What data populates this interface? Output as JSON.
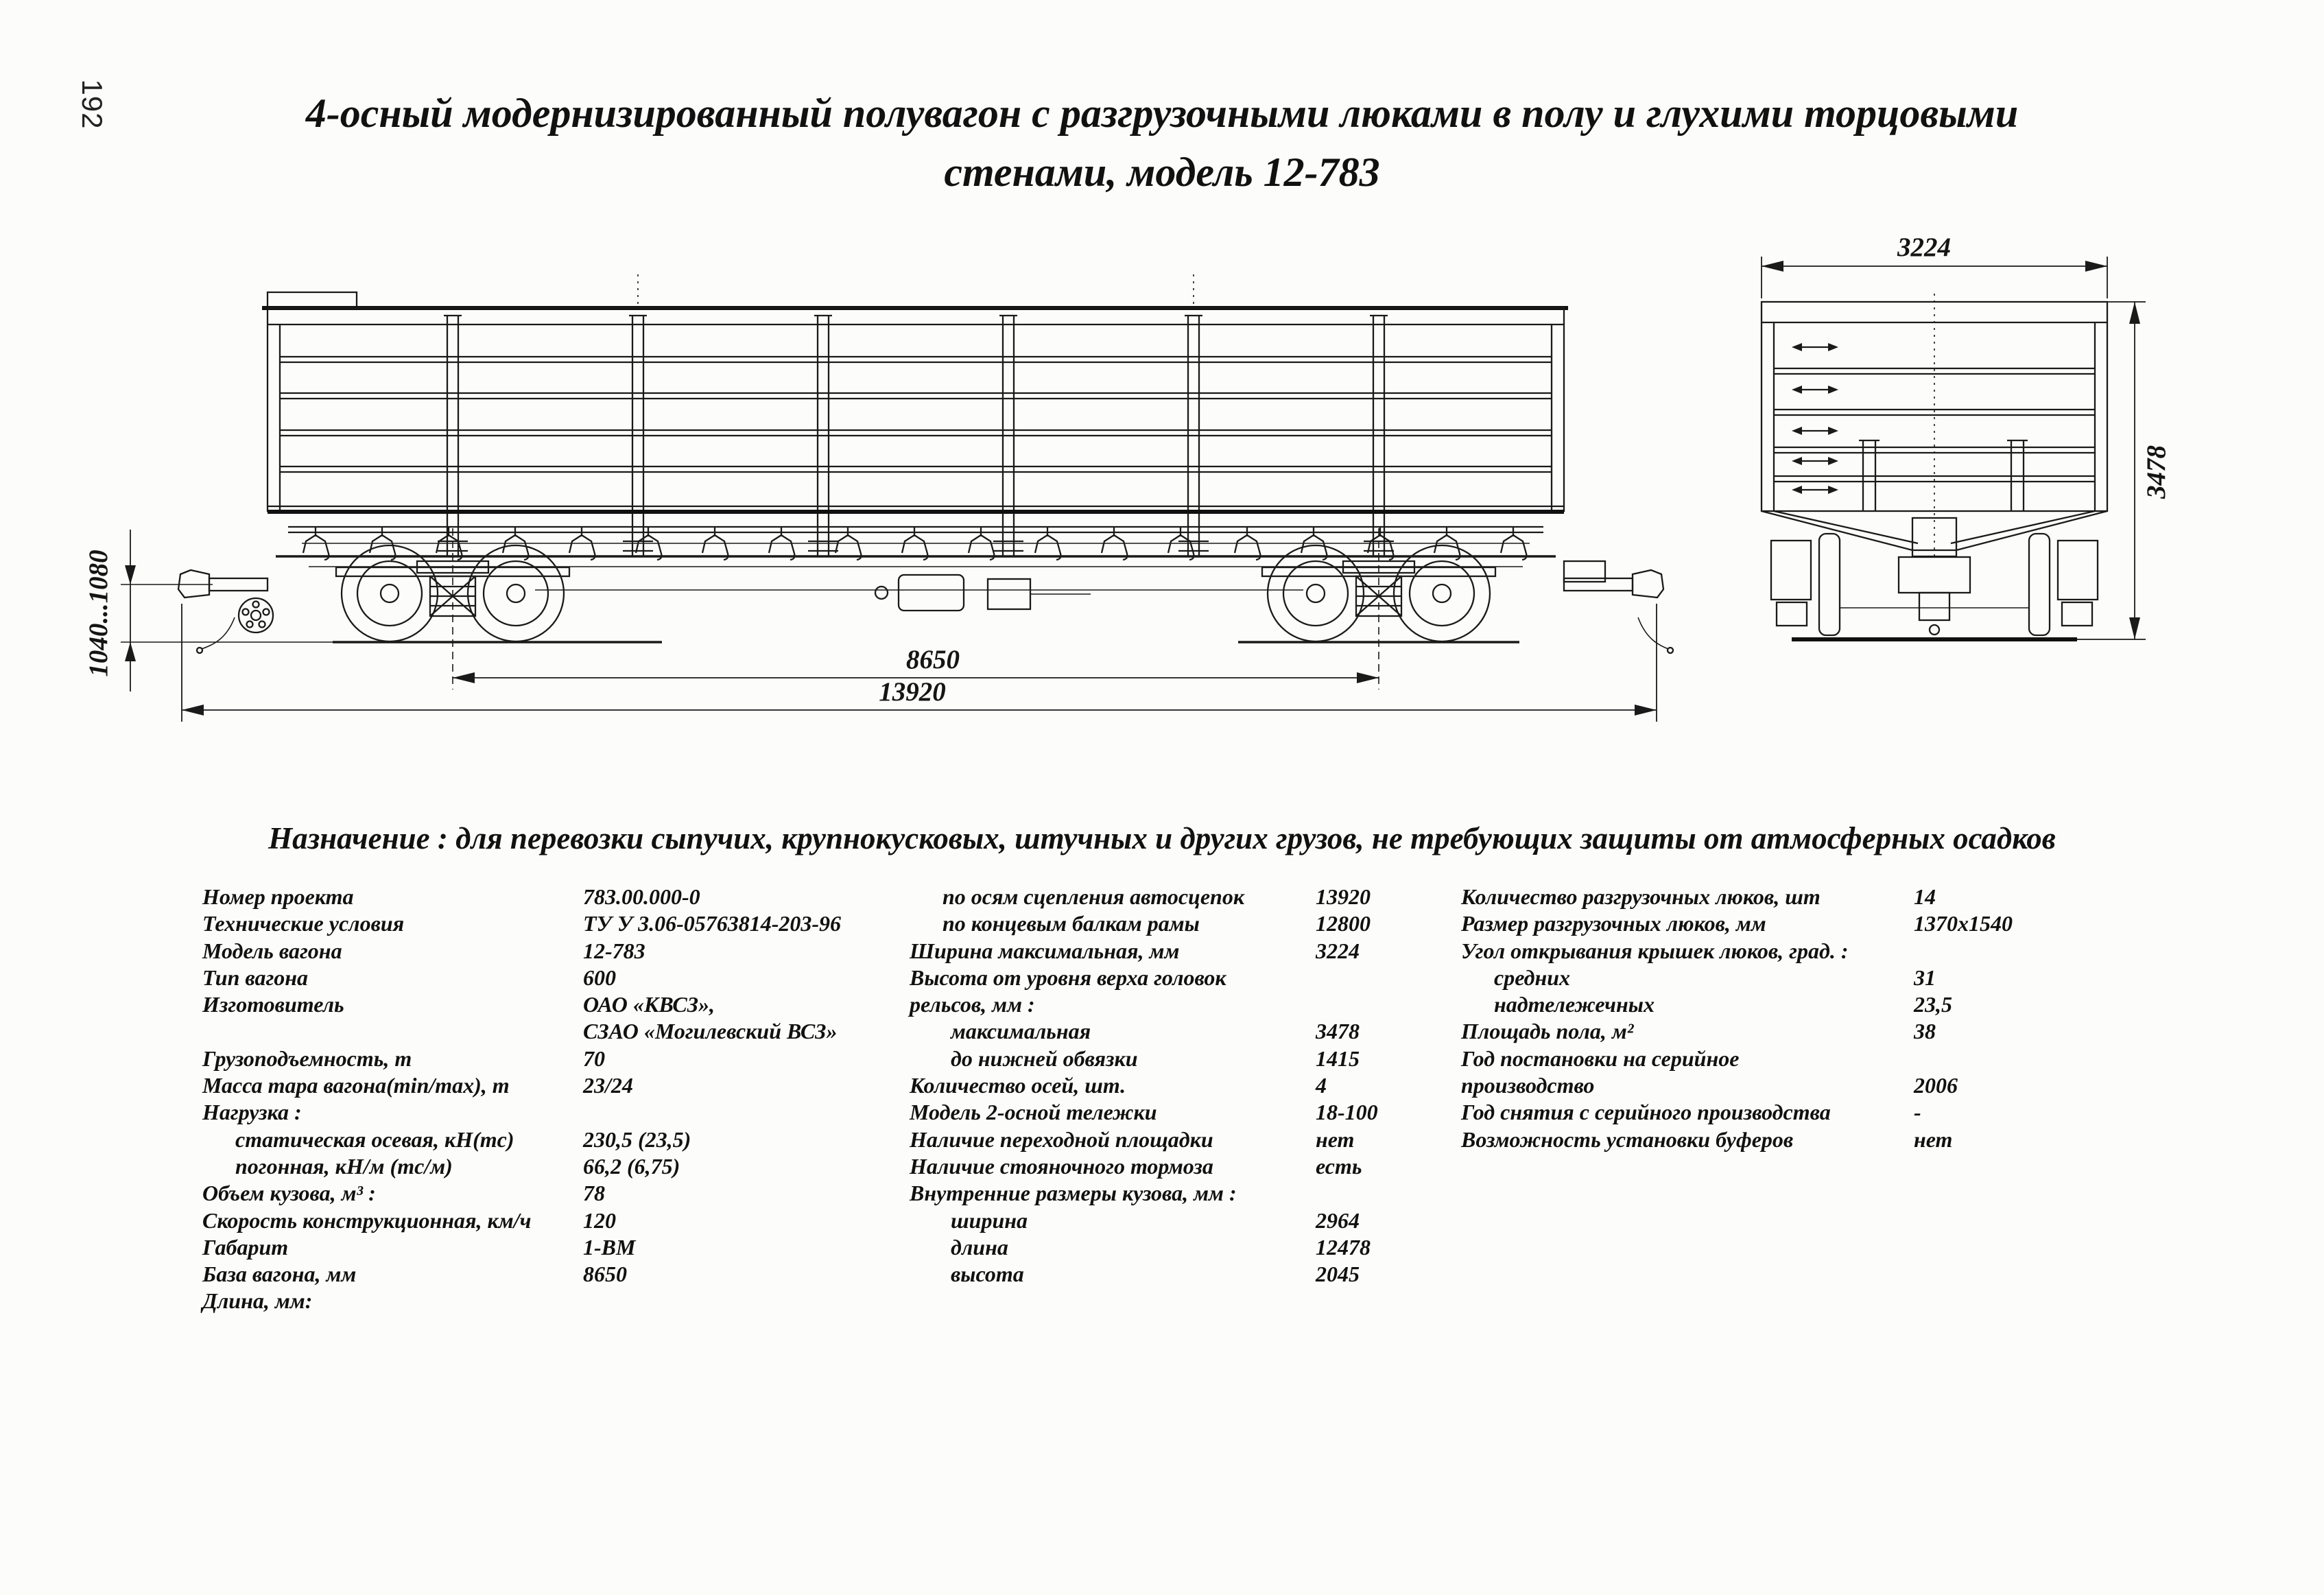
{
  "page": {
    "number": "192"
  },
  "title": {
    "line1": "4-осный модернизированный полувагон с разгрузочными люками в полу и глухими торцовыми",
    "line2": "стенами, модель 12-783"
  },
  "purpose": "Назначение : для перевозки сыпучих, крупнокусковых, штучных и других грузов, не требующих защиты от атмосферных осадков",
  "drawing": {
    "dims": {
      "length": "13920",
      "base": "8650",
      "coupler": "1040...1080",
      "width": "3224",
      "height": "3478"
    }
  },
  "specs": {
    "col1": [
      {
        "l": "Номер проекта",
        "v": "783.00.000-0",
        "i": 0
      },
      {
        "l": "Технические условия",
        "v": "ТУ У 3.06-05763814-203-96",
        "i": 0
      },
      {
        "l": "Модель вагона",
        "v": "12-783",
        "i": 0
      },
      {
        "l": "Тип вагона",
        "v": "600",
        "i": 0
      },
      {
        "l": "Изготовитель",
        "v": "ОАО «КВСЗ»,",
        "i": 0
      },
      {
        "l": "",
        "v": "СЗАО «Могилевский ВСЗ»",
        "i": 0
      },
      {
        "l": "Грузоподъемность, т",
        "v": "70",
        "i": 0
      },
      {
        "l": "Масса тара вагона(min/max), т",
        "v": "23/24",
        "i": 0
      },
      {
        "l": "Нагрузка :",
        "v": "",
        "i": 0
      },
      {
        "l": "статическая осевая, кН(тс)",
        "v": "230,5 (23,5)",
        "i": 1
      },
      {
        "l": "погонная, кН/м (тс/м)",
        "v": "66,2 (6,75)",
        "i": 1
      },
      {
        "l": "Объем кузова, м³ :",
        "v": "78",
        "i": 0
      },
      {
        "l": "Скорость конструкционная, км/ч",
        "v": "120",
        "i": 0
      },
      {
        "l": "Габарит",
        "v": "1-ВМ",
        "i": 0
      },
      {
        "l": "База вагона, мм",
        "v": "8650",
        "i": 0
      },
      {
        "l": "Длина, мм:",
        "v": "",
        "i": 0
      }
    ],
    "col2": [
      {
        "l": "по осям сцепления автосцепок",
        "v": "13920",
        "i": 1
      },
      {
        "l": "по концевым балкам рамы",
        "v": "12800",
        "i": 1
      },
      {
        "l": "Ширина максимальная, мм",
        "v": "3224",
        "i": 0
      },
      {
        "l": "Высота от уровня верха головок",
        "v": "",
        "i": 0
      },
      {
        "l": "рельсов, мм :",
        "v": "",
        "i": 0
      },
      {
        "l": "максимальная",
        "v": "3478",
        "i": 2
      },
      {
        "l": "до нижней обвязки",
        "v": "1415",
        "i": 2
      },
      {
        "l": "Количество осей, шт.",
        "v": "4",
        "i": 0
      },
      {
        "l": "Модель 2-осной тележки",
        "v": "18-100",
        "i": 0
      },
      {
        "l": "Наличие переходной площадки",
        "v": "нет",
        "i": 0
      },
      {
        "l": "Наличие стояночного тормоза",
        "v": "есть",
        "i": 0
      },
      {
        "l": "Внутренние размеры кузова, мм :",
        "v": "",
        "i": 0
      },
      {
        "l": "ширина",
        "v": "2964",
        "i": 2
      },
      {
        "l": "длина",
        "v": "12478",
        "i": 2
      },
      {
        "l": "высота",
        "v": "2045",
        "i": 2
      }
    ],
    "col3": [
      {
        "l": "Количество разгрузочных люков, шт",
        "v": "14",
        "i": 0
      },
      {
        "l": "Размер разгрузочных люков, мм",
        "v": "1370x1540",
        "i": 0
      },
      {
        "l": "Угол открывания крышек люков, град. :",
        "v": "",
        "i": 0
      },
      {
        "l": "средних",
        "v": "31",
        "i": 1
      },
      {
        "l": "надтележечных",
        "v": "23,5",
        "i": 1
      },
      {
        "l": "Площадь пола, м²",
        "v": "38",
        "i": 0
      },
      {
        "l": "Год постановки на серийное",
        "v": "",
        "i": 0
      },
      {
        "l": "производство",
        "v": "2006",
        "i": 0
      },
      {
        "l": "Год снятия с серийного производства",
        "v": "-",
        "i": 0
      },
      {
        "l": "Возможность установки буферов",
        "v": "нет",
        "i": 0
      }
    ]
  }
}
